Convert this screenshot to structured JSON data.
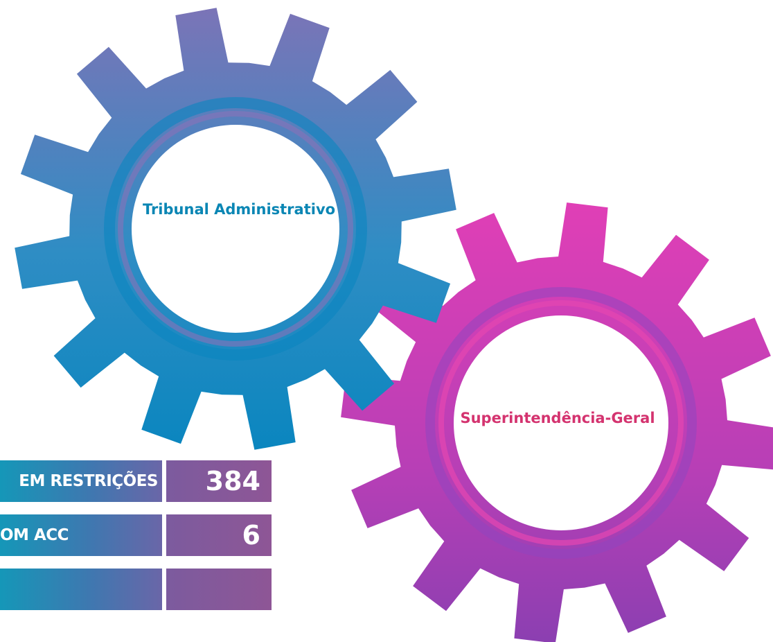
{
  "gears": {
    "blue_gear": {
      "label": "Tribunal Administrativo",
      "color_top": "#7a72b6",
      "color_bottom": "#0b86c0",
      "text_color": "#0a86b4"
    },
    "pink_gear": {
      "label": "Superintendência-Geral",
      "color_top": "#de3fb5",
      "color_bottom": "#8a3fb2",
      "text_color": "#d4336f"
    }
  },
  "stats_table": {
    "rows": [
      {
        "label": "EM RESTRIÇÕES",
        "value": "384"
      },
      {
        "label": "OM ACC",
        "value": "6"
      },
      {
        "label": "",
        "value": ""
      }
    ],
    "colors": {
      "label_start": "#1597b8",
      "label_end": "#6a66a8",
      "value_bg": "#8a5799"
    }
  }
}
